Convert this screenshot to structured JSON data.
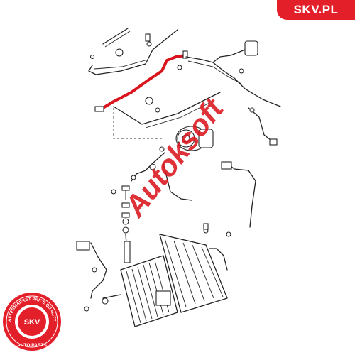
{
  "brand": {
    "label": "SKV.PL",
    "color": "#e3202a"
  },
  "highlight_color": "#d9141c",
  "watermark": {
    "text": "Autoksoft",
    "color": "#d9141c"
  },
  "seal": {
    "ring_text": "AFTERMARKET PRICE QUALITY",
    "center_text": "SKV",
    "bottom_text": "AUTO PARTS",
    "color": "#e3202a"
  }
}
